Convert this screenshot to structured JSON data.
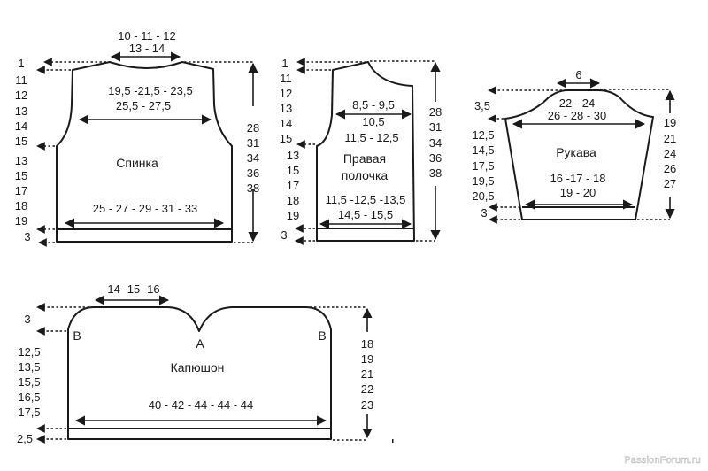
{
  "diagram": {
    "type": "knitting-pattern-schematic",
    "line_color": "#1a1a1a",
    "background": "#ffffff",
    "pieces": {
      "back": {
        "title": "Спинка",
        "neck_width": [
          "10 - 11 - 12",
          "13 - 14"
        ],
        "shoulder_width": [
          "19,5 -21,5 - 23,5",
          "25,5 - 27,5"
        ],
        "bottom_width": "25 - 27 - 29 - 31 - 33",
        "left_top": "1",
        "left_armhole": [
          "11",
          "12",
          "13",
          "14",
          "15"
        ],
        "left_body": [
          "13",
          "15",
          "17",
          "18",
          "19"
        ],
        "left_hem": "3",
        "right_height": [
          "28",
          "31",
          "34",
          "36",
          "38"
        ]
      },
      "front": {
        "title": [
          "Правая",
          "полочка"
        ],
        "shoulder_width": [
          "8,5 - 9,5",
          "10,5",
          "11,5 - 12,5"
        ],
        "bottom_width": [
          "11,5 -12,5 -13,5",
          "14,5 - 15,5"
        ],
        "left_top": "1",
        "left_armhole": [
          "11",
          "12",
          "13",
          "14",
          "15"
        ],
        "left_body": [
          "13",
          "15",
          "17",
          "18",
          "19"
        ],
        "left_hem": "3",
        "right_height": [
          "28",
          "31",
          "34",
          "36",
          "38"
        ]
      },
      "sleeve": {
        "title": "Рукава",
        "top_width": "6",
        "cap_width": [
          "22 - 24",
          "26 - 28 - 30"
        ],
        "bottom_width": [
          "16 -17 - 18",
          "19 - 20"
        ],
        "left_cap": "3,5",
        "left_body": [
          "12,5",
          "14,5",
          "17,5",
          "19,5",
          "20,5"
        ],
        "left_hem": "3",
        "right_height": [
          "19",
          "21",
          "24",
          "26",
          "27"
        ]
      },
      "hood": {
        "title": "Капюшон",
        "top_width": "14 -15 -16",
        "point_a": "А",
        "point_b_left": "В",
        "point_b_right": "В",
        "width": "40 - 42 - 44 - 44 - 44",
        "left_top": "3",
        "left_body": [
          "12,5",
          "13,5",
          "15,5",
          "16,5",
          "17,5"
        ],
        "left_hem": "2,5",
        "right_height": [
          "18",
          "19",
          "21",
          "22",
          "23"
        ]
      }
    }
  },
  "watermark": "PassionForum.ru"
}
